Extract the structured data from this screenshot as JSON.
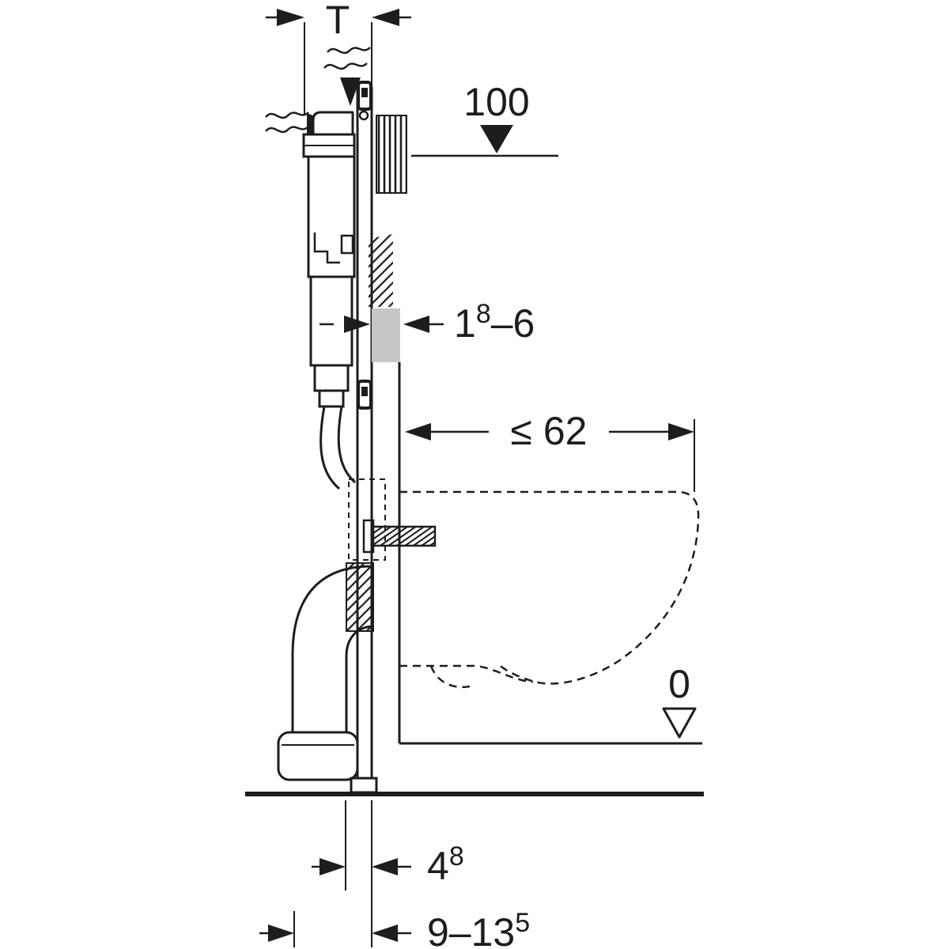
{
  "diagram": {
    "type": "technical-installation-drawing",
    "subject": "Wall-hung WC installation element with concealed cistern, side view with mounting dimensions (cm)",
    "labels": {
      "top_depth": "T",
      "height_level": "100",
      "wall_thickness": {
        "main": "1",
        "sup": "8",
        "tail": "–6"
      },
      "max_depth": "≤ 62",
      "zero_level": "0",
      "outlet_offset": {
        "main": "4",
        "sup": "8"
      },
      "pipe_range": {
        "main": "9–13",
        "sup": "5"
      }
    },
    "icons": {
      "level_marker": "filled-triangle-down",
      "zero_marker": "open-triangle-down",
      "flow_arrow": "filled-arrow",
      "water_supply": "wavy-lines"
    },
    "colors": {
      "line": "#1d1d1b",
      "insulation_fill": "#c6c6c6",
      "background": "#ffffff"
    }
  }
}
